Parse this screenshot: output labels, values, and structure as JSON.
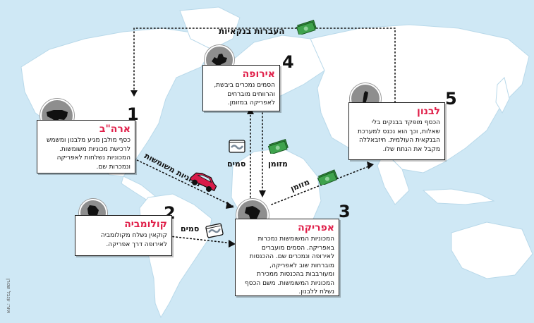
{
  "banner": {
    "text": "העברות בנקאיות",
    "icon": "money-icon"
  },
  "steps": {
    "usa": {
      "number": "1",
      "title": "ארה\"ב",
      "body": "כסף מולבן מגיע מלבנון ומשמש לרכישת מכוניות משומשות. המכוניות נשלחות לאפריקה ונמכרות שם.",
      "icon": "usa-map-icon"
    },
    "colombia": {
      "number": "2",
      "title": "קולומביה",
      "body": "קוקאין נשלח מקולומביה לאירופה דרך אפריקה.",
      "icon": "colombia-map-icon"
    },
    "africa": {
      "number": "3",
      "title": "אפריקה",
      "body": "המכוניות המשומשות נמכרות באפריקה. הסמים מועברים לאירופה ונמכרים שם. ההכנסות מוברחות שוב לאפריקה, ומעורבבות בהכנסות ממכירת המכוניות המשומשות. משם הכסף נשלח ללבנון.",
      "icon": "africa-map-icon"
    },
    "europe": {
      "number": "4",
      "title": "אירופה",
      "body": "הסמים נמכרים ביבשת, והרווחים מוברחים לאפריקה במזומן.",
      "icon": "europe-map-icon"
    },
    "lebanon": {
      "number": "5",
      "title": "לבנון",
      "body": "הכסף מופקד בבנקים בלי שאלות, וכך הוא נכנס למערכת הבנקאית העולמית. חיזבאללה מקבל את הנתח שלו.",
      "icon": "lebanon-map-icon"
    }
  },
  "flows": {
    "used_cars": "מכוניות משומשות",
    "drugs_colombia": "סמים",
    "drugs_europe": "סמים",
    "cash_europe": "מזומן",
    "cash_lebanon": "מזומן"
  },
  "credit": "איור: ענבל שטרן",
  "colors": {
    "ocean": "#cfe8f5",
    "land": "#ffffff",
    "title_red": "#e0204a",
    "car_red": "#d81b4a",
    "money_green": "#2e8b3a"
  }
}
